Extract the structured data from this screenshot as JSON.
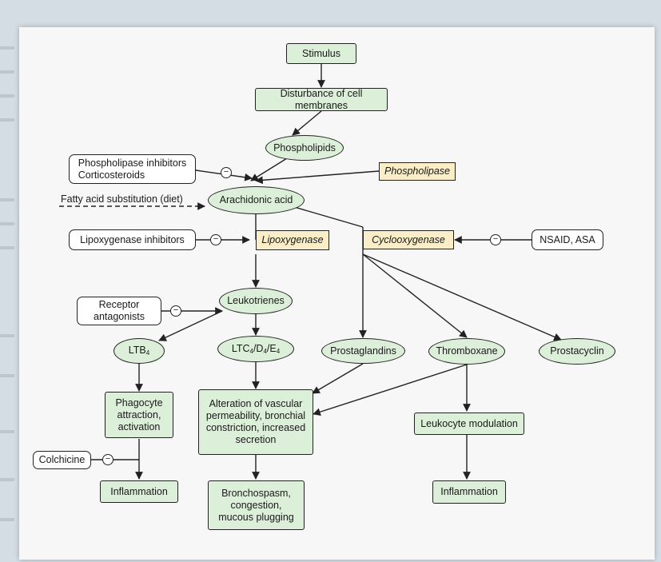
{
  "nodes": {
    "stimulus": "Stimulus",
    "disturbance": "Disturbance of cell membranes",
    "phospholipids": "Phospholipids",
    "phospholipase_inhibitors": "Phospholipase inhibitors\nCorticosteroids",
    "phospholipase": "Phospholipase",
    "fatty_acid": "Fatty acid substitution (diet)",
    "arachidonic_acid": "Arachidonic acid",
    "lipoxygenase_inhibitors": "Lipoxygenase inhibitors",
    "lipoxygenase": "Lipoxygenase",
    "cyclooxygenase": "Cyclooxygenase",
    "nsaid_asa": "NSAID, ASA",
    "leukotrienes": "Leukotrienes",
    "receptor_antagonists": "Receptor\nantagonists",
    "ltb": {
      "base": "LTB",
      "sub": "4"
    },
    "ltc": {
      "a": "LTC",
      "a_sub": "4",
      "b": "/D",
      "b_sub": "4",
      "c": "/E",
      "c_sub": "4"
    },
    "prostaglandins": "Prostaglandins",
    "thromboxane": "Thromboxane",
    "prostacyclin": "Prostacyclin",
    "phagocyte": "Phagocyte\nattraction,\nactivation",
    "alteration": "Alteration of vascular\npermeability, bronchial\nconstriction, increased\nsecretion",
    "leukocyte_modulation": "Leukocyte modulation",
    "colchicine": "Colchicine",
    "inflammation_left": "Inflammation",
    "bronchospasm": "Bronchospasm,\ncongestion,\nmucous plugging",
    "inflammation_right": "Inflammation"
  },
  "inhibitor_symbol": "−",
  "colors": {
    "process_fill": "#dcefd9",
    "enzyme_fill": "#faeec9",
    "inhibitor_fill": "#ffffff",
    "line": "#222222",
    "page": "#f6f7f6",
    "background": "#d4dde4"
  }
}
